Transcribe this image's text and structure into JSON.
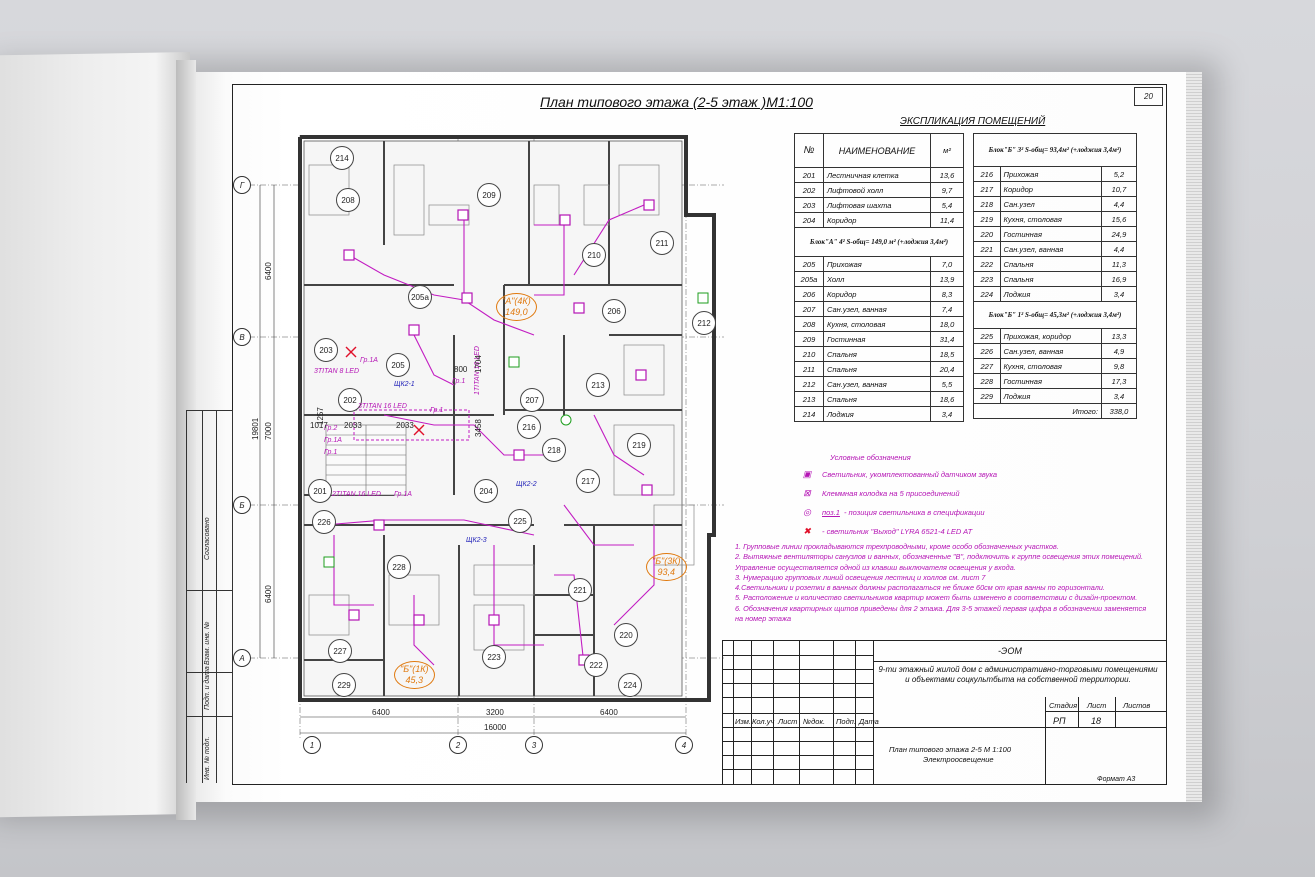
{
  "page_number": "20",
  "plan_title": "План типового этажа (2-5 этаж )М1:100",
  "explication": {
    "title": "ЭКСПЛИКАЦИЯ ПОМЕЩЕНИЙ",
    "header": {
      "no": "№",
      "name": "НАИМЕНОВАНИЕ",
      "unit": "м²"
    },
    "common_rows": [
      {
        "no": "201",
        "name": "Лестничная клетка",
        "area": "13,6"
      },
      {
        "no": "202",
        "name": "Лифтовой холл",
        "area": "9,7"
      },
      {
        "no": "203",
        "name": "Лифтовая шахта",
        "area": "5,4"
      },
      {
        "no": "204",
        "name": "Коридор",
        "area": "11,4"
      }
    ],
    "block_a": "Блок\"А\" 4² S-общ= 149,0 м² (+лоджия 3,4м²)",
    "block_a_rows": [
      {
        "no": "205",
        "name": "Прихожая",
        "area": "7,0"
      },
      {
        "no": "205а",
        "name": "Холл",
        "area": "13,9"
      },
      {
        "no": "206",
        "name": "Коридор",
        "area": "8,3"
      },
      {
        "no": "207",
        "name": "Сан.узел, ванная",
        "area": "7,4"
      },
      {
        "no": "208",
        "name": "Кухня, столовая",
        "area": "18,0"
      },
      {
        "no": "209",
        "name": "Гостинная",
        "area": "31,4"
      },
      {
        "no": "210",
        "name": "Спальня",
        "area": "18,5"
      },
      {
        "no": "211",
        "name": "Спальня",
        "area": "20,4"
      },
      {
        "no": "212",
        "name": "Сан.узел, ванная",
        "area": "5,5"
      },
      {
        "no": "213",
        "name": "Спальня",
        "area": "18,6"
      },
      {
        "no": "214",
        "name": "Лоджия",
        "area": "3,4"
      }
    ],
    "block_b3": "Блок\"Б\" 3² S-общ= 93,4м² (+лоджия 3,4м²)",
    "block_b3_rows": [
      {
        "no": "216",
        "name": "Прихожая",
        "area": "5,2"
      },
      {
        "no": "217",
        "name": "Коридор",
        "area": "10,7"
      },
      {
        "no": "218",
        "name": "Сан.узел",
        "area": "4,4"
      },
      {
        "no": "219",
        "name": "Кухня, столовая",
        "area": "15,6"
      },
      {
        "no": "220",
        "name": "Гостинная",
        "area": "24,9"
      },
      {
        "no": "221",
        "name": "Сан.узел, ванная",
        "area": "4,4"
      },
      {
        "no": "222",
        "name": "Спальня",
        "area": "11,3"
      },
      {
        "no": "223",
        "name": "Спальня",
        "area": "16,9"
      },
      {
        "no": "224",
        "name": "Лоджия",
        "area": "3,4"
      }
    ],
    "block_b1": "Блок\"Б\" 1² S-общ= 45,3м² (+лоджия 3,4м²)",
    "block_b1_rows": [
      {
        "no": "225",
        "name": "Прихожая, коридор",
        "area": "13,3"
      },
      {
        "no": "226",
        "name": "Сан.узел, ванная",
        "area": "4,9"
      },
      {
        "no": "227",
        "name": "Кухня, столовая",
        "area": "9,8"
      },
      {
        "no": "228",
        "name": "Гостинная",
        "area": "17,3"
      },
      {
        "no": "229",
        "name": "Лоджия",
        "area": "3,4"
      }
    ],
    "total_label": "Итого:",
    "total_value": "338,0"
  },
  "legend": {
    "title": "Условные обозначения",
    "items": [
      {
        "icon": "lamp-sensor-icon",
        "text": "Светильник, укомплектованный датчиком звука"
      },
      {
        "icon": "terminal-block-icon",
        "text": "Клеммная колодка на 5 присоединений"
      },
      {
        "icon": "position-icon",
        "pos": "поз.1",
        "text": "- позиция светильника в спецификации"
      },
      {
        "icon": "exit-lamp-icon",
        "text": "- светильник \"Выход\" LYRA 6521-4 LED AT"
      }
    ]
  },
  "notes": [
    "1. Групповые линии прокладываются трехпроводными, кроме особо обозначенных участков.",
    "2. Вытяжные вентиляторы санузлов и ванных, обозначенные \"В\", подключить к группе освещения этих помещений. Управление осуществляется одной из клавиш выключателя освещения у входа.",
    "3. Нумерацию групповых линий освещения лестниц и холлов см. лист 7",
    "4.Светильники и розетки в ванных должны располагаться не ближе 60см от края ванны по горизонтали.",
    "5. Расположение и количество светильников квартир может быть изменено в соответствии с дизайн-проектом.",
    "6. Обозначения квартирных щитов приведены для 2 этажа. Для 3-5 этажей первая цифра в обозначении заменяется на номер этажа"
  ],
  "title_block": {
    "code": "-ЭОМ",
    "project": "9-ти этажный жилой дом с административно-торговыми помещениями и объектами соцкультбыта на собственной территории.",
    "stage_label": "Стадия",
    "sheet_label": "Лист",
    "sheets_label": "Листов",
    "stage": "РП",
    "sheet": "18",
    "drawing": "План типового этажа 2-5 М 1:100",
    "subtitle": "Электроосвещение",
    "cols": [
      "Изм.",
      "Кол.уч",
      "Лист",
      "№док.",
      "Подп.",
      "Дата"
    ]
  },
  "format": "Формат А3",
  "side_stamp": [
    "Согласовано",
    "Взам. инв. №",
    "Подп. и дата",
    "Инв. № подл."
  ],
  "plan": {
    "axes_h": [
      "1",
      "2",
      "3",
      "4"
    ],
    "axes_v": [
      "Г",
      "В",
      "Б",
      "А"
    ],
    "dims_bottom": [
      "6400",
      "3200",
      "6400",
      "16000"
    ],
    "dims_left": [
      "6400",
      "7000",
      "6400",
      "19801"
    ],
    "dims_misc": [
      "1257",
      "1017",
      "2033",
      "2033",
      "1704",
      "3458",
      "800"
    ],
    "rooms": [
      "214",
      "208",
      "209",
      "210",
      "211",
      "205а",
      "205",
      "206",
      "212",
      "203",
      "202",
      "207",
      "213",
      "216",
      "218",
      "219",
      "201",
      "204",
      "217",
      "226",
      "225",
      "228",
      "221",
      "220",
      "227",
      "229",
      "223",
      "222",
      "224"
    ],
    "apartments": [
      {
        "label": "\"А\"(4К)",
        "area": "149,0"
      },
      {
        "label": "\"Б\"(3К)",
        "area": "93,4"
      },
      {
        "label": "\"Б\"(1К)",
        "area": "45,3"
      }
    ],
    "panels": [
      "ЩК2-1",
      "ЩК2-2",
      "ЩК2-3"
    ],
    "magenta_labels": [
      "3TITAN 8 LED",
      "3TITAN 16 LED",
      "2TITAN 16 LED",
      "1TITAN 16 LED",
      "Гр.1А",
      "Гр.1",
      "Гр.2",
      "Гр.1А",
      "Гр.1",
      "Гр.1А",
      "Гр.1"
    ]
  }
}
